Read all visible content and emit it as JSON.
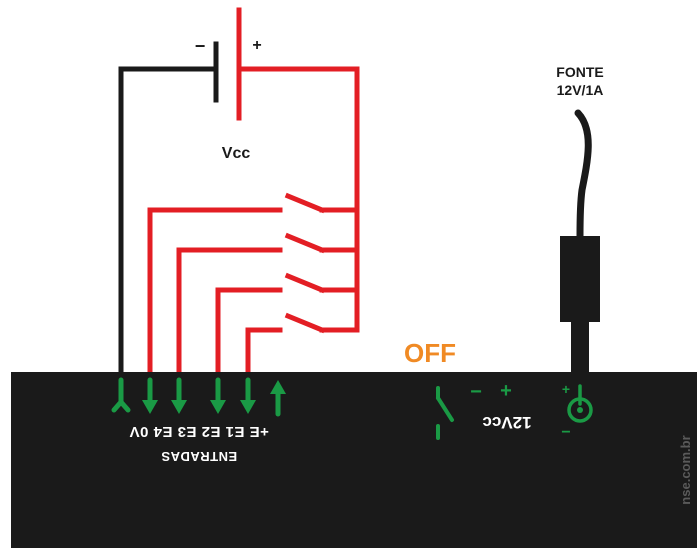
{
  "battery": {
    "minus_label": "−",
    "plus_label": "+",
    "name_label": "Vcc"
  },
  "power_supply": {
    "line1": "FONTE",
    "line2": "12V/1A"
  },
  "device": {
    "state_label": "OFF",
    "terminal_labels": "+E E1 E2 E3 E4 0V",
    "group_label": "ENTRADAS",
    "power_label": "12Vcc",
    "power_minus": "−",
    "power_plus": "+",
    "jack_plus": "+",
    "jack_minus": "−",
    "brand": "nse.com.br"
  },
  "colors": {
    "positive_wire": "#e31e24",
    "ground_wire": "#1a1a1a",
    "terminal_green": "#1a9a45",
    "device_body": "#1a1a1a",
    "off_label": "#f08a24",
    "brand_text": "#5a5a5a"
  }
}
